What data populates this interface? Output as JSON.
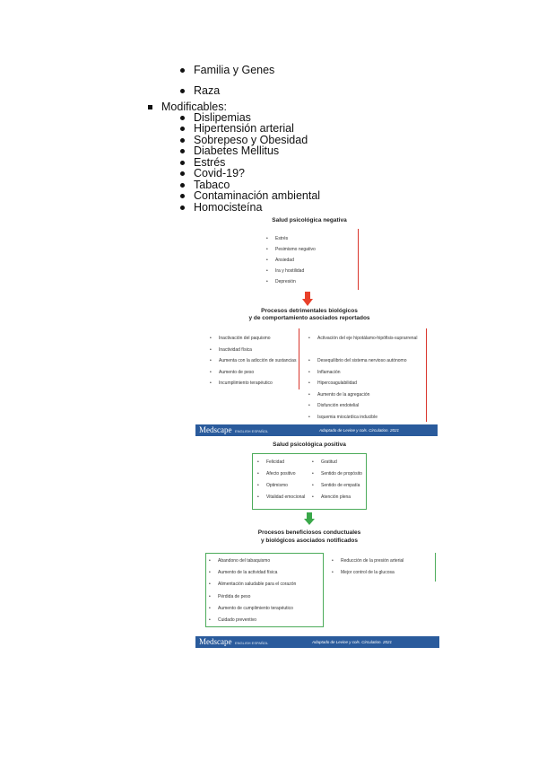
{
  "list": {
    "top_items": [
      "Familia y Genes",
      "Raza"
    ],
    "modifiable_heading": "Modificables:",
    "modifiable_items": [
      "Dislipemias",
      "Hipertensión arterial",
      "Sobrepeso y Obesidad",
      "Diabetes Mellitus",
      "Estrés",
      "Covid-19?",
      "Tabaco",
      "Contaminación ambiental",
      "Homocisteína"
    ]
  },
  "figure1": {
    "title": "Salud psicológica negativa",
    "negative_items": [
      "Estrés",
      "Pesimismo negativo",
      "Ansiedad",
      "Ira y hostilidad",
      "Depresión"
    ],
    "process_title_line1": "Procesos detrimentales biológicos",
    "process_title_line2": "y de comportamiento asociados reportados",
    "left_items": [
      "Inactivación del paquismo",
      "Inactividad física",
      "Aumenta con la adicción de sustancias",
      "Aumento de peso",
      "Incumplimiento terapéutico"
    ],
    "right_items": [
      "Activación del eje hipotálamo-hipófisis-suprarrenal",
      "Desequilibrio del sistema nervioso autónomo",
      "Inflamación",
      "Hipercoagulabilidad",
      "Aumento de la agregación",
      "Disfunción endotelial",
      "Isquemia miocárdica inducible"
    ],
    "arrow_color": "#e8402a",
    "border_color": "#d9342b",
    "banner_logo": "Medscape",
    "banner_sub": "ENGLISH ESPAÑOL",
    "banner_credit": "Adaptado de Levine y cols. Circulation. 2021"
  },
  "figure2": {
    "title": "Salud psicológica positiva",
    "positive_left": [
      "Felicidad",
      "Afecto positivo",
      "Optimismo",
      "Vitalidad emocional"
    ],
    "positive_right": [
      "Gratitud",
      "Sentido de propósito",
      "Sentido de empatía",
      "Atención plena"
    ],
    "process_title_line1": "Procesos beneficiosos conductuales",
    "process_title_line2": "y biológicos asociados notificados",
    "left_items": [
      "Abandono del tabaquismo",
      "Aumento de la actividad física",
      "Alimentación saludable para el corazón",
      "Pérdida de peso",
      "Aumento de cumplimiento terapéutico",
      "Cuidado preventivo"
    ],
    "right_items": [
      "Reducción de la presión arterial",
      "Mejor control de la glucosa"
    ],
    "arrow_color": "#3aa84a",
    "border_color": "#4cab5a",
    "banner_logo": "Medscape",
    "banner_sub": "ENGLISH ESPAÑOL",
    "banner_credit": "Adaptado de Levine y cols. Circulation. 2021"
  },
  "colors": {
    "banner": "#2a5b9c"
  }
}
